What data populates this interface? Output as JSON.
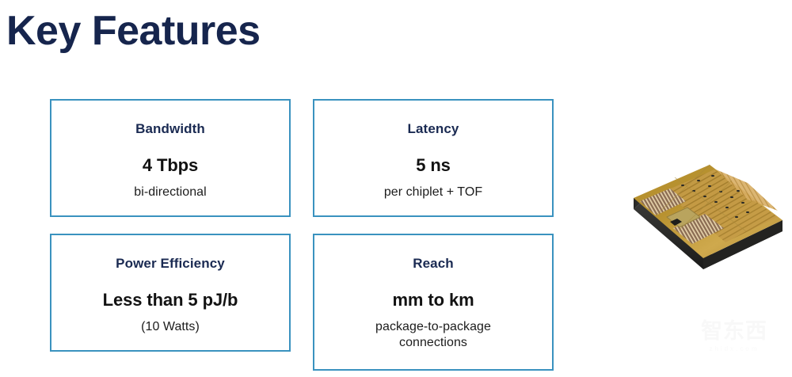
{
  "slide": {
    "title": "Key Features",
    "title_color": "#16254d",
    "background_color": "#ffffff",
    "card_border_color": "#3a92bf",
    "heading_color": "#1a2a52",
    "value_color": "#121212"
  },
  "cards": [
    {
      "heading": "Bandwidth",
      "value": "4 Tbps",
      "sub_lines": [
        "bi-directional"
      ]
    },
    {
      "heading": "Latency",
      "value": "5 ns",
      "sub_lines": [
        "per chiplet + TOF"
      ]
    },
    {
      "heading": "Power Efficiency",
      "value": "Less than 5 pJ/b",
      "sub_lines": [
        "(10 Watts)"
      ]
    },
    {
      "heading": "Reach",
      "value": "mm to km",
      "sub_lines": [
        "package-to-package",
        "connections"
      ]
    }
  ],
  "illustration": {
    "name": "silicon-chip-die-render",
    "description": "3D isometric photo of a gold-colored semiconductor die with dark substrate edges"
  },
  "watermark": {
    "characters": "智东西",
    "url": "zhidx.com"
  }
}
